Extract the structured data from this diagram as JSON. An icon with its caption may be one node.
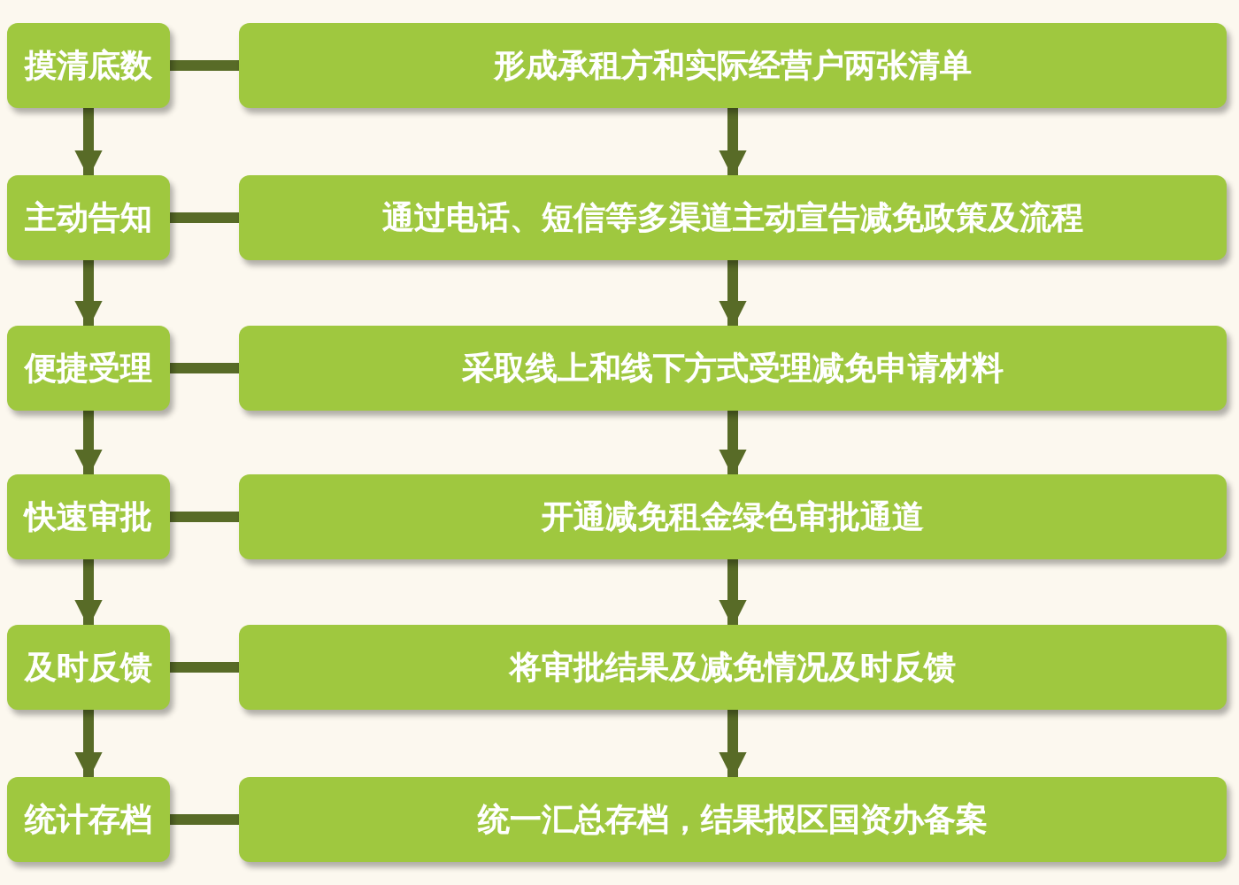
{
  "diagram": {
    "nodes": [
      {
        "text": [
          "摸清底数"
        ]
      },
      {
        "text": [
          "形成承租方和实际经营户两张清单"
        ]
      },
      {
        "text": [
          "主动告知"
        ]
      },
      {
        "text": [
          "通过电话、短信等多渠道主动宣告减免政策及流程"
        ]
      },
      {
        "text": [
          "便捷受理"
        ]
      },
      {
        "text": [
          "采取线上和线下方式受理减免申请材料"
        ]
      },
      {
        "text": [
          "快速审批"
        ]
      },
      {
        "text": [
          "开通减免租金绿色审批通道"
        ]
      },
      {
        "text": [
          "及时反馈"
        ]
      },
      {
        "text": [
          "将审批结果及减免情况及时反馈"
        ]
      },
      {
        "text": [
          "统计存档"
        ]
      },
      {
        "text": [
          "统一汇总存档，结果报区国资办备案"
        ]
      }
    ],
    "edges": [
      {
        "from": 0,
        "to": 1,
        "arrow": "none"
      },
      {
        "from": 2,
        "to": 3,
        "arrow": "none"
      },
      {
        "from": 4,
        "to": 5,
        "arrow": "none"
      },
      {
        "from": 6,
        "to": 7,
        "arrow": "none"
      },
      {
        "from": 8,
        "to": 9,
        "arrow": "none"
      },
      {
        "from": 10,
        "to": 11,
        "arrow": "none"
      },
      {
        "from": 0,
        "to": 2,
        "arrow": "to"
      },
      {
        "from": 2,
        "to": 4,
        "arrow": "to"
      },
      {
        "from": 4,
        "to": 6,
        "arrow": "to"
      },
      {
        "from": 6,
        "to": 8,
        "arrow": "to"
      },
      {
        "from": 8,
        "to": 10,
        "arrow": "to"
      },
      {
        "from": 1,
        "to": 3,
        "arrow": "to"
      },
      {
        "from": 3,
        "to": 5,
        "arrow": "to"
      },
      {
        "from": 5,
        "to": 7,
        "arrow": "to"
      },
      {
        "from": 7,
        "to": 9,
        "arrow": "to"
      },
      {
        "from": 9,
        "to": 11,
        "arrow": "to"
      }
    ]
  }
}
